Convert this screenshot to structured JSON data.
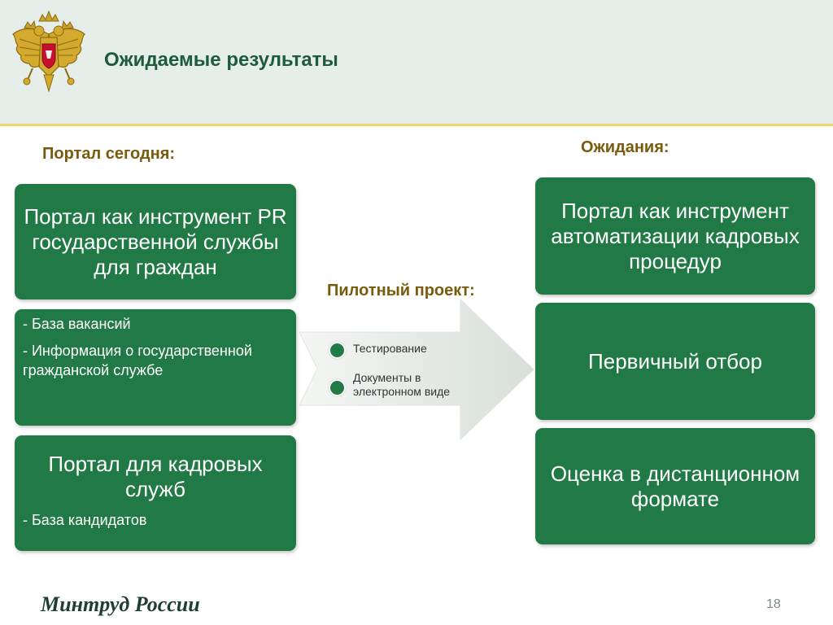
{
  "header": {
    "title": "Ожидаемые результаты",
    "emblem_icon": "coat-of-arms-icon"
  },
  "labels": {
    "today": "Портал сегодня:",
    "expectations": "Ожидания:",
    "pilot": "Пилотный проект:"
  },
  "left_boxes": [
    {
      "title": "Портал как инструмент PR государственной службы для граждан"
    },
    {
      "lines": [
        "- База вакансий",
        "- Информация о государственной гражданской службе"
      ]
    },
    {
      "title": "Портал для кадровых служб",
      "lines": [
        "- База кандидатов"
      ]
    }
  ],
  "pilot_items": [
    "Тестирование",
    "Документы в электронном виде"
  ],
  "right_boxes": [
    {
      "title": "Портал как инструмент автоматизации кадровых процедур"
    },
    {
      "title": "Первичный отбор"
    },
    {
      "title": "Оценка в дистанционном формате"
    }
  ],
  "footer": {
    "brand": "Минтруд России",
    "page_number": "18"
  },
  "colors": {
    "box_green": "#217a45",
    "header_bg": "#e6eee9",
    "title_green": "#1e5b3a",
    "label_gold": "#7a5a0c",
    "accent_line": "#f0d66a"
  }
}
